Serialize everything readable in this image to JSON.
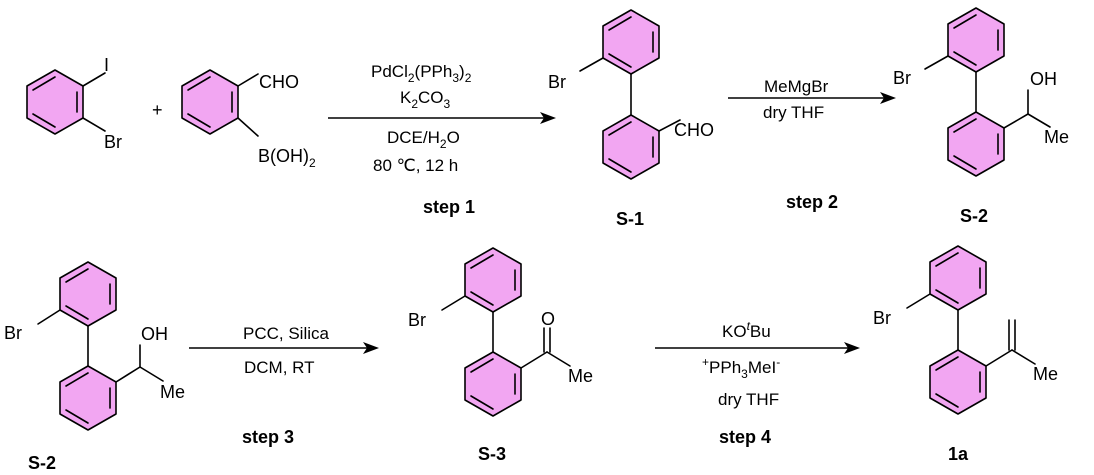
{
  "scheme": {
    "top_row": {
      "reactant1": {
        "atom_I": "I",
        "atom_Br": "Br"
      },
      "plus": "+",
      "reactant2": {
        "group_cho": "CHO",
        "group_boronic": "B(OH)",
        "boronic_sub": "2"
      },
      "step1": {
        "cond1_a": "PdCl",
        "cond1_sub1": "2",
        "cond1_b": "(PPh",
        "cond1_sub2": "3",
        "cond1_c": ")",
        "cond1_sub3": "2",
        "cond2_a": "K",
        "cond2_sub1": "2",
        "cond2_b": "CO",
        "cond2_sub2": "3",
        "cond3_a": "DCE/H",
        "cond3_sub": "2",
        "cond3_b": "O",
        "cond4": "80 ℃, 12 h",
        "label": "step 1"
      },
      "s1": {
        "atom_Br": "Br",
        "group_cho": "CHO",
        "name": "S-1"
      },
      "step2": {
        "cond1": "MeMgBr",
        "cond2": "dry THF",
        "label": "step 2"
      },
      "s2": {
        "atom_Br": "Br",
        "group_oh": "OH",
        "group_me": "Me",
        "name": "S-2"
      }
    },
    "bottom_row": {
      "s2": {
        "atom_Br": "Br",
        "group_oh": "OH",
        "group_me": "Me",
        "name": "S-2"
      },
      "step3": {
        "cond1": "PCC, Silica",
        "cond2": "DCM, RT",
        "label": "step 3"
      },
      "s3": {
        "atom_Br": "Br",
        "atom_O": "O",
        "group_me": "Me",
        "name": "S-3"
      },
      "step4": {
        "cond1_a": "KO",
        "cond1_sup": "t",
        "cond1_b": "Bu",
        "cond2_sup1": "+",
        "cond2_a": "PPh",
        "cond2_sub": "3",
        "cond2_b": "MeI",
        "cond2_sup2": "-",
        "cond3": "dry THF",
        "label": "step 4"
      },
      "p1a": {
        "atom_Br": "Br",
        "group_me": "Me",
        "name": "1a"
      }
    },
    "colors": {
      "ring_fill": "#f2a6f2",
      "line": "#000000"
    }
  }
}
